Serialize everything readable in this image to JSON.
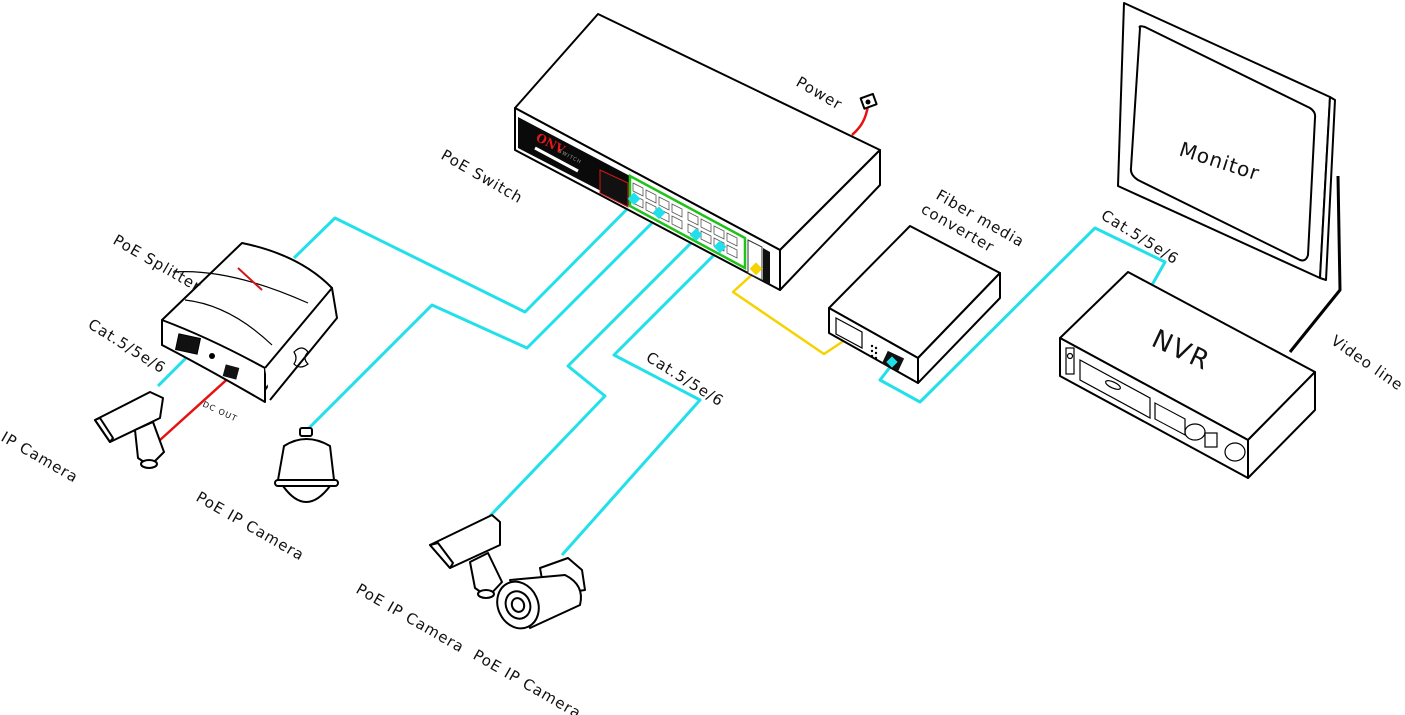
{
  "title": "PoE network topology diagram",
  "colors": {
    "cat_cable": "#22e0ea",
    "fiber_cable": "#f5d200",
    "power_cable": "#e81010",
    "video_cable": "#000000",
    "port_highlight": "#21c21a",
    "brand_red": "#e01818"
  },
  "devices": {
    "switch": {
      "label": "PoE  Switch",
      "brand": "ONV",
      "model_text": "SWITCH"
    },
    "power": {
      "label": "Power"
    },
    "splitter": {
      "label": "PoE Splitter",
      "dc_out_label": "DC OUT",
      "cable_label": "Cat.5/5e/6"
    },
    "ip_camera": {
      "label": "IP Camera"
    },
    "dome_camera": {
      "label": "PoE IP Camera"
    },
    "box_camera": {
      "label": "PoE IP Camera"
    },
    "bullet_camera": {
      "label": "PoE IP Camera"
    },
    "middle_cable": {
      "label": "Cat.5/5e/6"
    },
    "fiber_converter": {
      "label_line1": "Fiber media",
      "label_line2": "converter"
    },
    "nvr": {
      "label": "NVR",
      "cable_label": "Cat.5/5e/6"
    },
    "monitor": {
      "label": "Monitor"
    },
    "video_line": {
      "label": "Video line"
    }
  }
}
